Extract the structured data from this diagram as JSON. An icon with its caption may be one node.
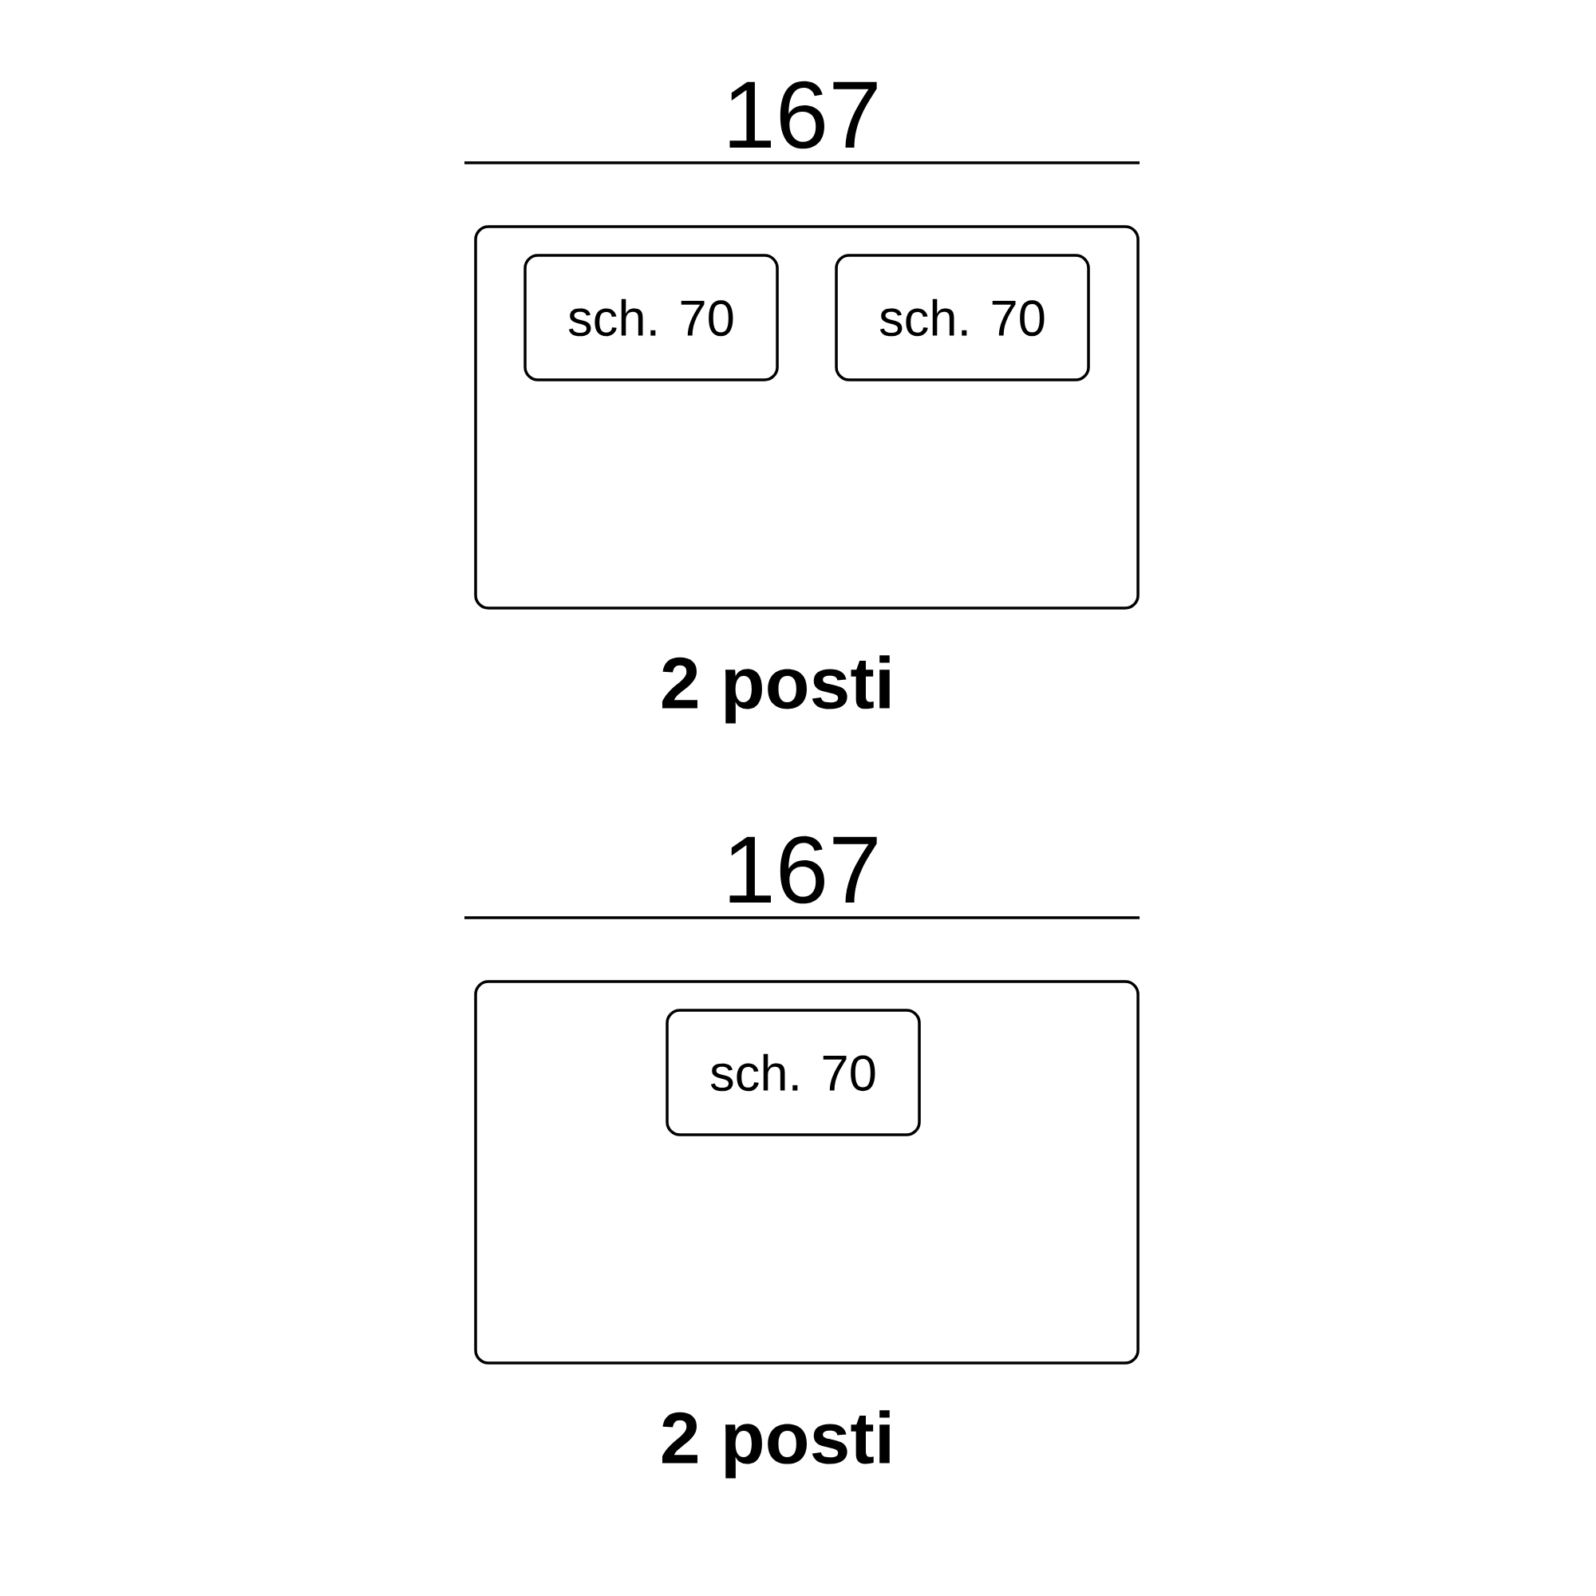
{
  "diagram": {
    "nodes": [
      {
        "text": [],
        "shape": "box",
        "beside": [
          "2 posti"
        ]
      },
      {
        "text": [
          "sch. 70"
        ],
        "in": 0
      },
      {
        "text": [
          "sch. 70"
        ],
        "in": 0
      },
      {
        "text": [],
        "shape": "box",
        "beside": [
          "2 posti"
        ]
      },
      {
        "text": [
          "sch. 70"
        ],
        "in": 3
      }
    ],
    "edges": [],
    "labels": [
      "167",
      "167"
    ]
  }
}
